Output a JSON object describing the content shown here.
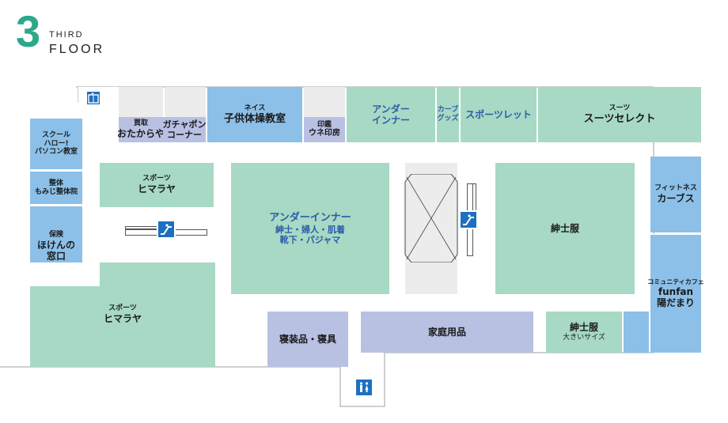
{
  "header": {
    "number": "3",
    "line1": "THIRD",
    "line2": "FLOOR"
  },
  "colors": {
    "green": "#a7d9c4",
    "blue": "#8cc0e8",
    "lavender": "#b9c1e3",
    "accent": "#2ca88a",
    "icon": "#1e6fbf"
  },
  "icons": {
    "elevator": "elevator-icon",
    "escalator": "escalator-icon",
    "restroom": "restroom-icon"
  },
  "shops": {
    "school": {
      "l1": "スクール",
      "l2": "ハロー!",
      "l3": "パソコン教室"
    },
    "seitai": {
      "l1": "整体",
      "l2": "もみじ整体院"
    },
    "hoken": {
      "l1": "保険",
      "l2": "ほけんの",
      "l3": "窓口"
    },
    "kaitori": {
      "l1": "買取",
      "l2": "おたからや"
    },
    "gacha": {
      "l1": "ガチャポン",
      "l2": "コーナー"
    },
    "neis": {
      "l1": "ネイス",
      "l2": "子供体操教室"
    },
    "inkan": {
      "l1": "印鑑",
      "l2": "ウネ印房"
    },
    "under_top": {
      "l1": "アンダー",
      "l2": "インナー"
    },
    "carp_goods": {
      "l1": "カーブ",
      "l2": "グッズ"
    },
    "sports_let": {
      "l1": "スポーツレット"
    },
    "suits": {
      "l1": "スーツ",
      "l2": "スーツセレクト"
    },
    "himalaya_top": {
      "l1": "スポーツ",
      "l2": "ヒマラヤ"
    },
    "under_center": {
      "l1": "アンダーインナー",
      "l2": "紳士・婦人・肌着",
      "l3": "靴下・パジャマ"
    },
    "shinshi": {
      "l1": "紳士服"
    },
    "fitness": {
      "l1": "フィットネス",
      "l2": "カーブス"
    },
    "cafe": {
      "l1": "コミュニティカフェ",
      "l2": "funfan",
      "l3": "陽だまり"
    },
    "himalaya_bottom": {
      "l1": "スポーツ",
      "l2": "ヒマラヤ"
    },
    "bedding": {
      "l1": "寝装品・寝具"
    },
    "household": {
      "l1": "家庭用品"
    },
    "shinshi_big": {
      "l1": "紳士服",
      "l2": "大きいサイズ"
    }
  }
}
